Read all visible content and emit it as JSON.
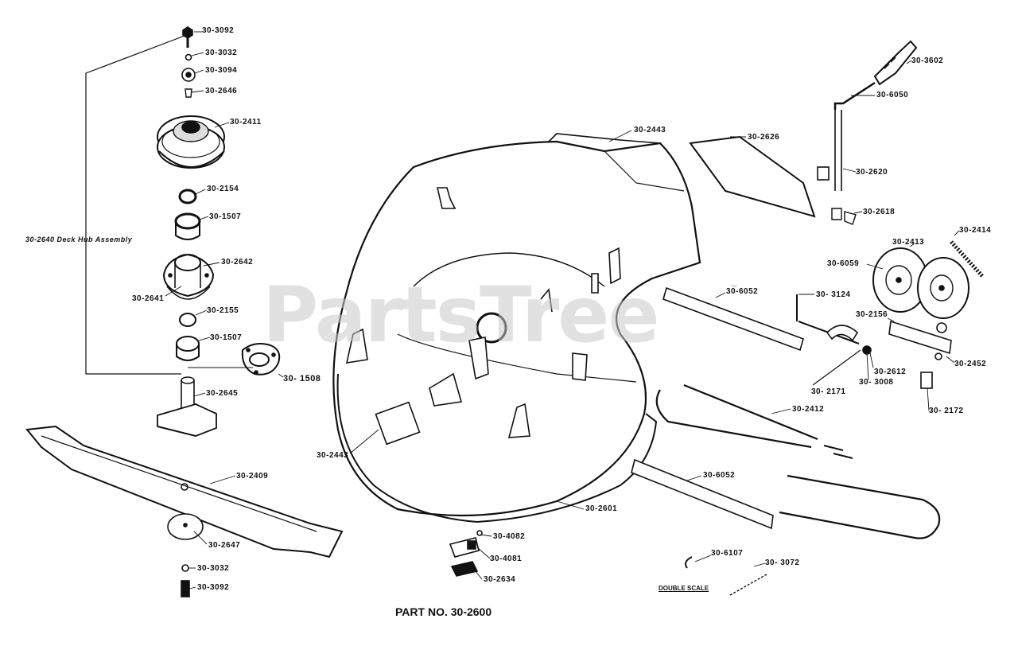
{
  "diagram": {
    "part_number": "PART NO. 30-2600",
    "watermark": "PartsTree",
    "watermark_tm": "™",
    "double_scale": "DOUBLE SCALE",
    "assembly_label": "30-2640  Deck Hub Assembly",
    "labels": {
      "p3092a": "30-3092",
      "p3032a": "30-3032",
      "p3094": "30-3094",
      "p2646": "30-2646",
      "p2411": "30-2411",
      "p2154": "30-2154",
      "p1507a": "30-1507",
      "p2642": "30-2642",
      "p2641": "30-2641",
      "p2155": "30-2155",
      "p1507b": "30-1507",
      "p1508": "30- 1508",
      "p2645": "30-2645",
      "p2409": "30-2409",
      "p2647": "30-2647",
      "p3032b": "30-3032",
      "p3092b": "30-3092",
      "p2443a": "30-2443",
      "p2443b": "30-2443",
      "p2601": "30-2601",
      "p4082": "30-4082",
      "p4081": "30-4081",
      "p2634": "30-2634",
      "p2626": "30-2626",
      "p3602": "30-3602",
      "p6050": "30-6050",
      "p2620": "30-2620",
      "p2618": "30-2618",
      "p2414": "30-2414",
      "p2413": "30-2413",
      "p6059": "30-6059",
      "p6052a": "30-6052",
      "p3124": "30- 3124",
      "p2156": "30-2156",
      "p2612": "30-2612",
      "p3008": "30- 3008",
      "p2452": "30-2452",
      "p2171": "30- 2171",
      "p2172": "30- 2172",
      "p2412": "30-2412",
      "p6052b": "30-6052",
      "p6107": "30-6107",
      "p3072": "30- 3072"
    }
  }
}
